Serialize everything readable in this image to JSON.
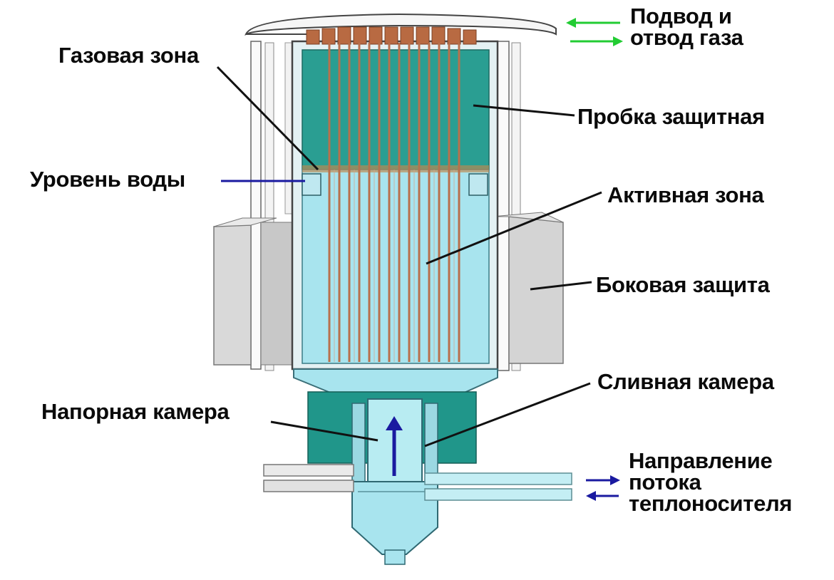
{
  "labels": {
    "gas_inlet_outlet": "Подвод и\nотвод газа",
    "gas_zone": "Газовая зона",
    "protective_plug": "Пробка защитная",
    "water_level": "Уровень воды",
    "active_zone": "Активная зона",
    "side_shield": "Боковая защита",
    "drain_chamber": "Сливная камера",
    "pressure_chamber": "Напорная камера",
    "coolant_flow_direction": "Направление\nпотока\nтеплоносителя"
  },
  "colors": {
    "gas_arrow": "#22cc33",
    "coolant_arrow": "#1a1aa0",
    "water_level_line": "#1a1aa0",
    "leader_line": "#111111",
    "fuel_rods": "#b8704c",
    "plug_teal": "#2a9e92",
    "coolant_light": "#a8e4ee",
    "shield_gray": "#d4d4d4"
  },
  "icons": {
    "gas_arrows": "green-in-out-arrows-icon",
    "coolant_arrows": "blue-in-out-arrows-icon",
    "flow_arrow": "upward-flow-arrow-icon"
  }
}
